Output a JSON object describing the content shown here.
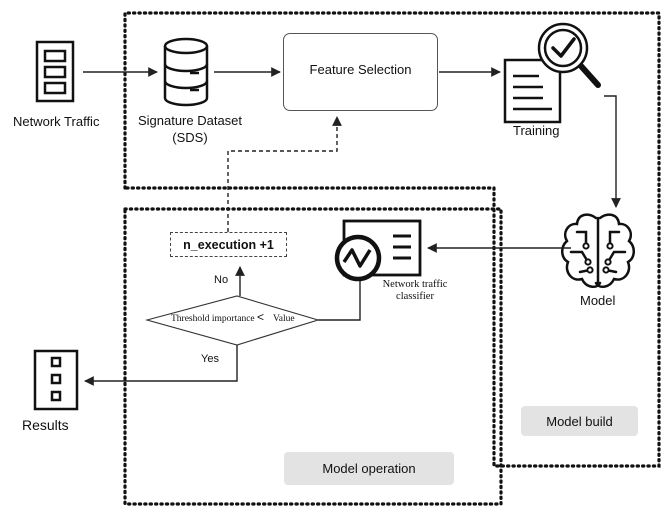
{
  "nodes": {
    "network_traffic": "Network Traffic",
    "signature_dataset_line1": "Signature Dataset",
    "signature_dataset_line2": "(SDS)",
    "feature_selection": "Feature Selection",
    "training": "Training",
    "model": "Model",
    "classifier_line1": "Network traffic",
    "classifier_line2": "classifier",
    "n_execution": "n_execution +1",
    "threshold": "Threshold importance",
    "less_than": "<",
    "value": "Value",
    "no": "No",
    "yes": "Yes",
    "results": "Results"
  },
  "regions": {
    "model_build": "Model build",
    "model_operation": "Model operation"
  }
}
